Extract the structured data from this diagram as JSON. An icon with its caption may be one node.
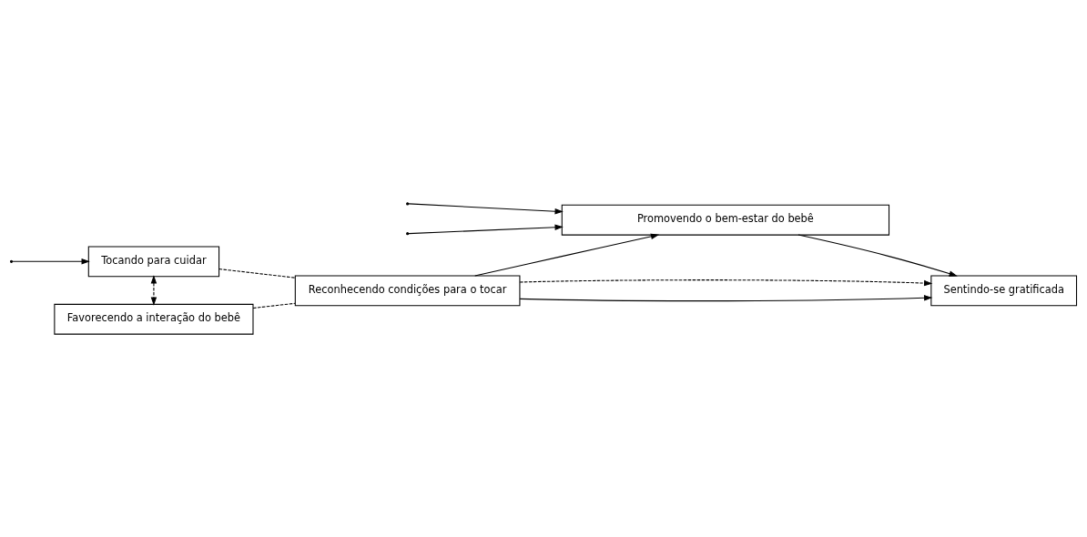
{
  "diagram": {
    "nodes": [
      {
        "text": [
          "Tocando para cuidar"
        ]
      },
      {
        "text": [
          "Reconhecendo condições para o tocar"
        ]
      },
      {
        "text": [
          "Sentindo-se gratificada"
        ]
      },
      {
        "text": [
          "Favorecendo a interação do bebê"
        ]
      },
      {
        "text": [
          "Promovendo o bem-estar do bebê"
        ]
      }
    ],
    "edges": [
      {
        "from": 0,
        "to": 1,
        "arrow": "none",
        "style": "dashed"
      },
      {
        "from": 0,
        "to": 3,
        "arrow": "both",
        "style": "dashed"
      },
      {
        "from": 3,
        "to": 1,
        "arrow": "none",
        "style": "dashed"
      },
      {
        "from": 1,
        "to": 2,
        "arrow": "to"
      },
      {
        "from": 1,
        "to": 2,
        "arrow": "to",
        "style": "dashed"
      },
      {
        "from": 1,
        "to": 4,
        "arrow": "to"
      },
      {
        "from": 4,
        "to": 2,
        "arrow": "to"
      },
      {
        "from": null,
        "to": 0,
        "arrow": "to"
      },
      {
        "from": null,
        "to": 4,
        "arrow": "to"
      },
      {
        "from": null,
        "to": 4,
        "arrow": "to"
      }
    ]
  }
}
